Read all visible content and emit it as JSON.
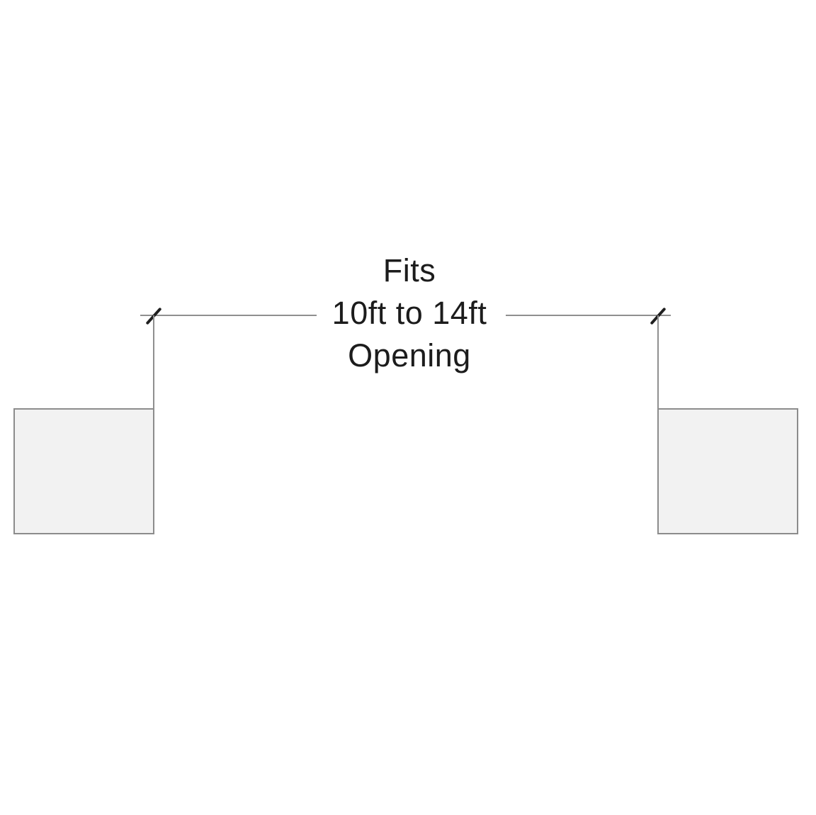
{
  "diagram": {
    "title": "Opening width dimension drawing",
    "label": {
      "line1": "Fits",
      "line2": "10ft to 14ft",
      "line3": "Opening",
      "full_text": "Fits 10ft to 14ft Opening"
    },
    "colors": {
      "background": "#ffffff",
      "dimension_line": "#8f8f8f",
      "tick_mark": "#1f1f1f",
      "wall_fill": "#f2f2f2",
      "wall_border": "#8c8c8c",
      "text": "#1c1c1c"
    }
  }
}
